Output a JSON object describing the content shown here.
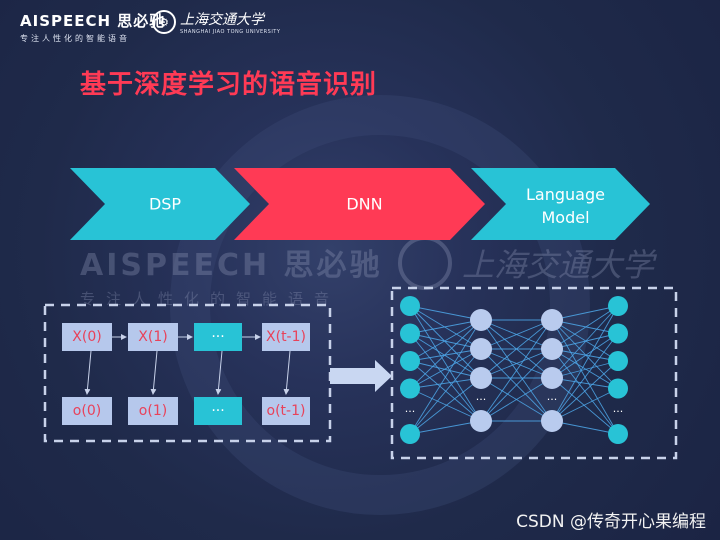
{
  "header": {
    "brand": "AISPEECH 思必驰",
    "slogan": "专注人性化的智能语音",
    "university_cn": "上海交通大学",
    "university_en": "SHANGHAI JIAO TONG UNIVERSITY"
  },
  "slide": {
    "title": "基于深度学习的语音识别"
  },
  "pipeline": [
    {
      "label": "DSP"
    },
    {
      "label": "DNN"
    },
    {
      "label": "Language Model"
    }
  ],
  "watermark": {
    "brand": "AISPEECH 思必驰",
    "slogan": "专注人性化的智能语音",
    "university": "上海交通大学"
  },
  "sequence": {
    "inputs": [
      "X(0)",
      "X(1)",
      "···",
      "X(t-1)"
    ],
    "outputs": [
      "o(0)",
      "o(1)",
      "···",
      "o(t-1)"
    ]
  },
  "network": {
    "layer_node_counts": [
      5,
      4,
      4,
      5
    ],
    "ellipsis": "···"
  },
  "colors": {
    "background": "#1f2a4a",
    "title": "#ff3a55",
    "chevron_teal": "#28c3d6",
    "chevron_red": "#ff3a55",
    "box_fill": "#b6c8ec",
    "box_text": "#e8425a",
    "box_highlight": "#28c3d6",
    "node_teal": "#28c3d6",
    "node_light": "#b9cbee",
    "edge": "#4ea8ea",
    "dashed_border": "#c8d2ea"
  },
  "footer": {
    "credit": "CSDN @传奇开心果编程"
  }
}
